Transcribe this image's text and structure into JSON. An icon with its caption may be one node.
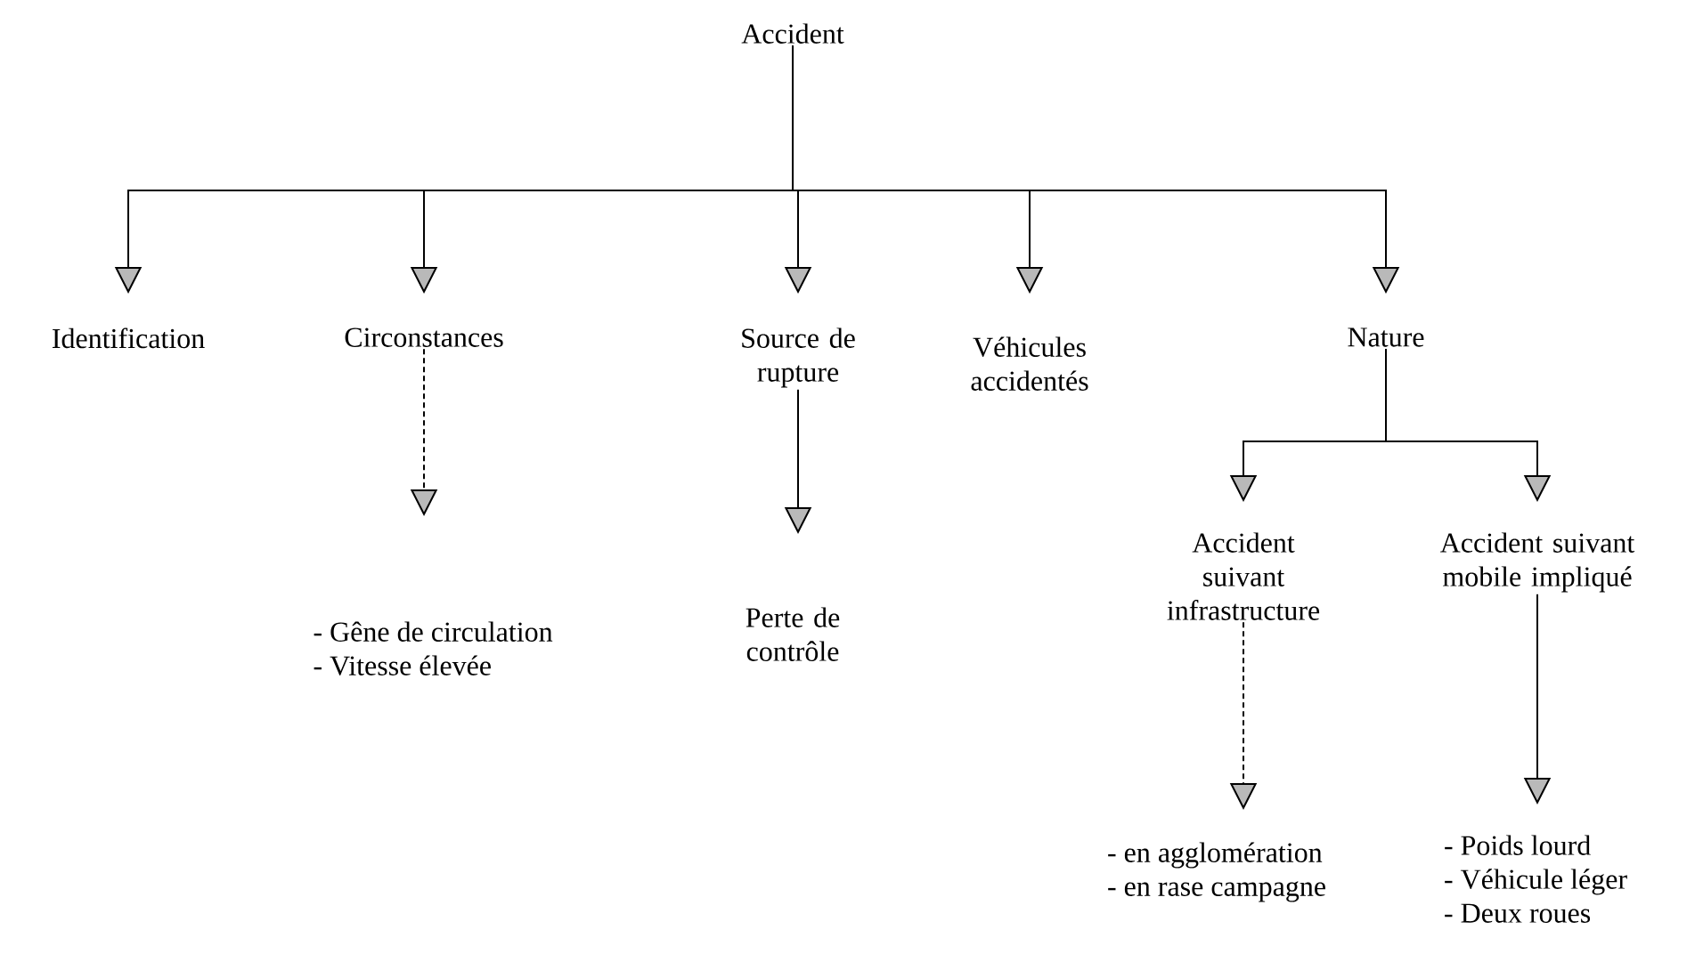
{
  "diagram": {
    "nodes": [
      {
        "text": [
          "Accident"
        ]
      },
      {
        "text": [
          "Identification"
        ]
      },
      {
        "text": [
          "Circonstances"
        ]
      },
      {
        "text": [
          "Source de rupture"
        ]
      },
      {
        "text": [
          "Véhicules accidentés"
        ]
      },
      {
        "text": [
          "Nature"
        ]
      },
      {
        "text": [
          "- Gêne de circulation",
          "- Vitesse élevée"
        ]
      },
      {
        "text": [
          "Perte de contrôle"
        ]
      },
      {
        "text": [
          "Accident suivant infrastructure"
        ]
      },
      {
        "text": [
          "Accident suivant mobile impliqué"
        ]
      },
      {
        "text": [
          "- en agglomération",
          "- en rase campagne"
        ]
      },
      {
        "text": [
          "- Poids lourd",
          "- Véhicule léger",
          "- Deux roues"
        ]
      }
    ],
    "edges": [
      {
        "from": 0,
        "to": 1,
        "arrow": "to"
      },
      {
        "from": 0,
        "to": 2,
        "arrow": "to"
      },
      {
        "from": 0,
        "to": 3,
        "arrow": "to"
      },
      {
        "from": 0,
        "to": 4,
        "arrow": "to"
      },
      {
        "from": 0,
        "to": 5,
        "arrow": "to"
      },
      {
        "from": 2,
        "to": 6,
        "arrow": "to",
        "style": "dashed"
      },
      {
        "from": 3,
        "to": 7,
        "arrow": "to"
      },
      {
        "from": 5,
        "to": 8,
        "arrow": "to"
      },
      {
        "from": 5,
        "to": 9,
        "arrow": "to"
      },
      {
        "from": 8,
        "to": 10,
        "arrow": "to",
        "style": "dashed"
      },
      {
        "from": 9,
        "to": 11,
        "arrow": "to"
      }
    ]
  }
}
